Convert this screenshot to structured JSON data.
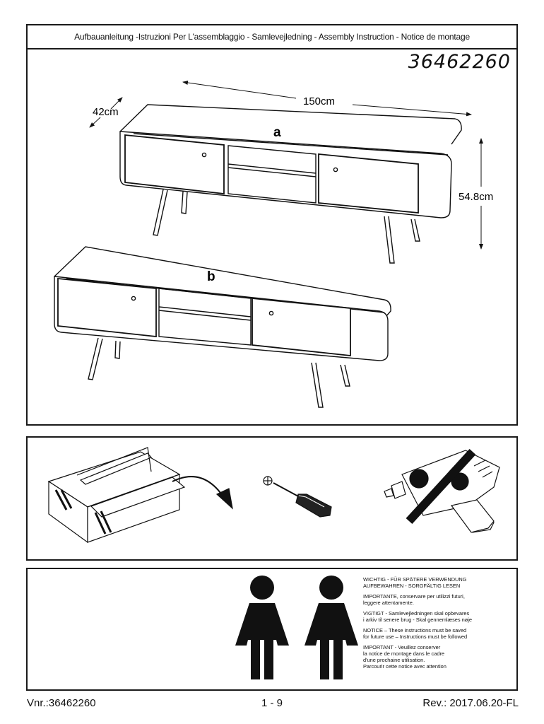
{
  "header": {
    "title": "Aufbauanleitung -Istruzioni Per L'assemblaggio - Samlevejledning - Assembly Instruction - Notice de montage",
    "article_number": "36462260"
  },
  "dimensions": {
    "width": "150cm",
    "depth": "42cm",
    "height": "54.8cm"
  },
  "variants": {
    "a": "a",
    "b": "b"
  },
  "notice": [
    "WICHTIG - FÜR SPÄTERE VERWENDUNG\nAUFBEWAHREN - SORGFÄLTIG LESEN",
    "IMPORTANTE, conservare per utilizzi futuri,\nleggere attentamente.",
    "VIGTIGT - Samlevejledningen skal opbevares\ni arkiv til senere brug - Skal gennemlæses nøje",
    "NOTICE – These instructions must be saved\nfor future use – Instructions must be followed",
    "IMPORTANT - Veuillez conserver\nla notice de montage dans le cadre\nd'une prochaine utilisation.\nParcourir cette notice avec attention"
  ],
  "footer": {
    "left": "Vnr.:36462260",
    "center": "1 - 9",
    "right": "Rev.: 2017.06.20-FL"
  },
  "icons": [
    "toolbox-icon",
    "screwdriver-icon",
    "no-power-drill-icon",
    "two-people-icon"
  ]
}
